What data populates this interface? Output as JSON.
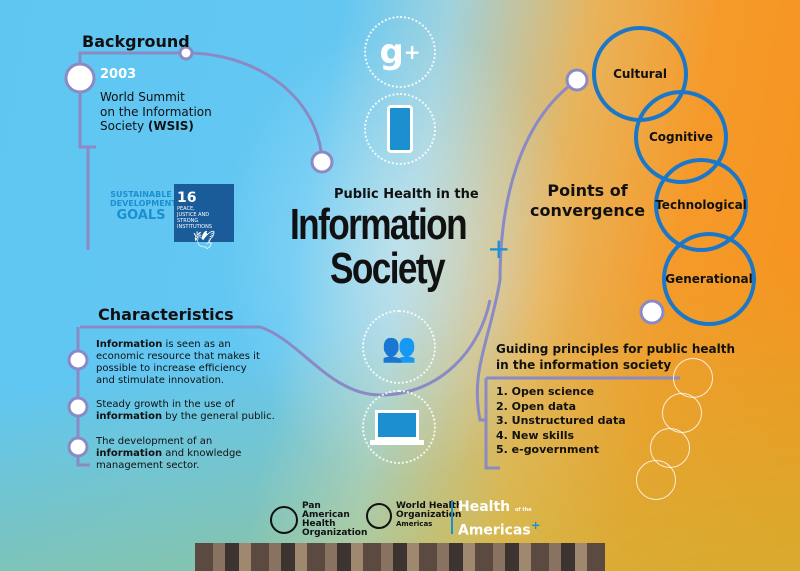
{
  "title": {
    "pre": "Public Health in the",
    "big1": "Information",
    "big2": "Society",
    "plus": "+"
  },
  "background": {
    "heading": "Background",
    "year": "2003",
    "text1": "World Summit",
    "text2": "on the Information",
    "text3": "Society ",
    "text_bold": "(WSIS)",
    "sdg_logo": "SUSTAINABLE DEVELOPMENT GOALS",
    "sdg16": {
      "number": "16",
      "label": "PEACE, JUSTICE AND STRONG INSTITUTIONS"
    }
  },
  "characteristics": {
    "heading": "Characteristics",
    "items": [
      {
        "bold": "Information",
        "rest": " is seen as an economic resource that makes it possible to increase efficiency and stimulate innovation."
      },
      {
        "pre": "Steady growth in the use of ",
        "bold": "information",
        "rest": " by the general public."
      },
      {
        "pre": "The development of an ",
        "bold": "information",
        "rest": " and knowledge management sector."
      }
    ]
  },
  "convergence": {
    "heading1": "Points of",
    "heading2": "convergence",
    "items": [
      "Cultural",
      "Cognitive",
      "Technological",
      "Generational"
    ],
    "color": "#1b78c9"
  },
  "guiding": {
    "heading1": "Guiding principles for public health",
    "heading2": "in the information society",
    "items": [
      "1. Open science",
      "2. Open data",
      "3. Unstructured data",
      "4. New skills",
      "5. e-government"
    ]
  },
  "icons": [
    "google-plus-icon",
    "smartphone-icon",
    "people-icon",
    "laptop-icon"
  ],
  "footer": {
    "paho": "Pan American Health Organization",
    "who1": "World Health",
    "who2": "Organization",
    "who3": "Americas",
    "hoa1": "Health",
    "hoa2": "Americas",
    "hoa_small": "of the"
  }
}
